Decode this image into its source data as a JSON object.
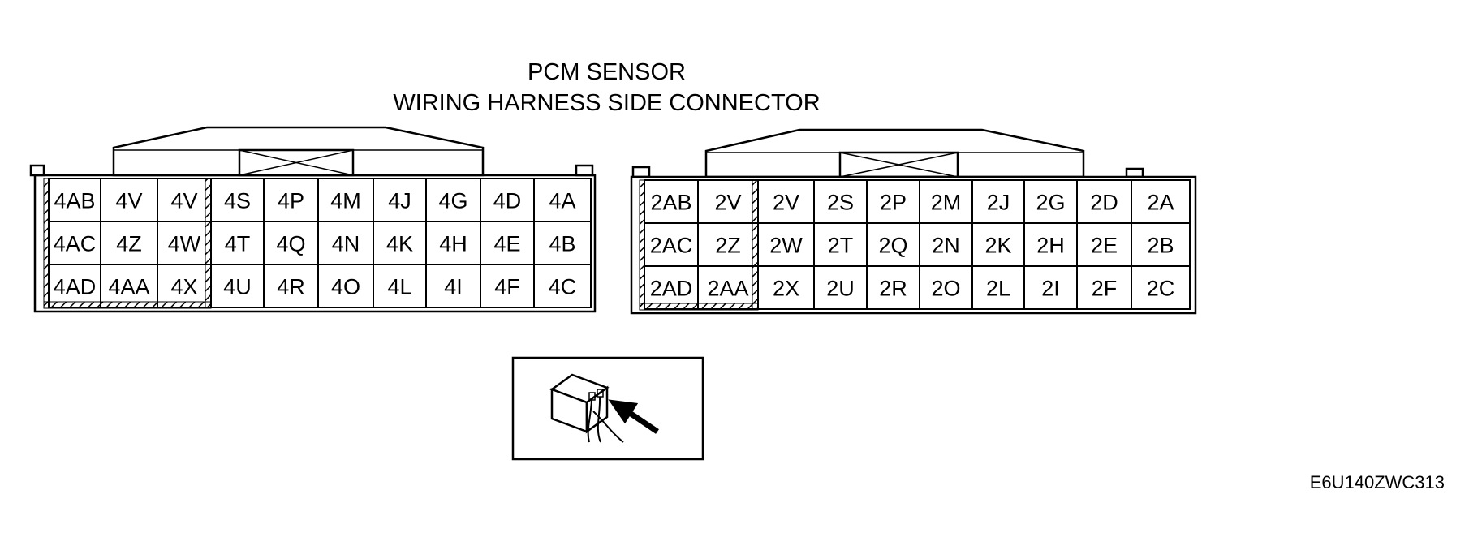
{
  "title": {
    "line1": "PCM SENSOR",
    "line2": "WIRING HARNESS SIDE CONNECTOR"
  },
  "connectors": [
    {
      "id": "connector-4",
      "rows": [
        [
          "4AB",
          "4V",
          "4V",
          "4S",
          "4P",
          "4M",
          "4J",
          "4G",
          "4D",
          "4A"
        ],
        [
          "4AC",
          "4Z",
          "4W",
          "4T",
          "4Q",
          "4N",
          "4K",
          "4H",
          "4E",
          "4B"
        ],
        [
          "4AD",
          "4AA",
          "4X",
          "4U",
          "4R",
          "4O",
          "4L",
          "4I",
          "4F",
          "4C"
        ]
      ]
    },
    {
      "id": "connector-2",
      "rows": [
        [
          "2AB",
          "2V",
          "2V",
          "2S",
          "2P",
          "2M",
          "2J",
          "2G",
          "2D",
          "2A"
        ],
        [
          "2AC",
          "2Z",
          "2W",
          "2T",
          "2Q",
          "2N",
          "2K",
          "2H",
          "2E",
          "2B"
        ],
        [
          "2AD",
          "2AA",
          "2X",
          "2U",
          "2R",
          "2O",
          "2L",
          "2I",
          "2F",
          "2C"
        ]
      ]
    }
  ],
  "inset": {
    "icon": "harness-side-connector-view-icon"
  },
  "figure_code": "E6U140ZWC313"
}
